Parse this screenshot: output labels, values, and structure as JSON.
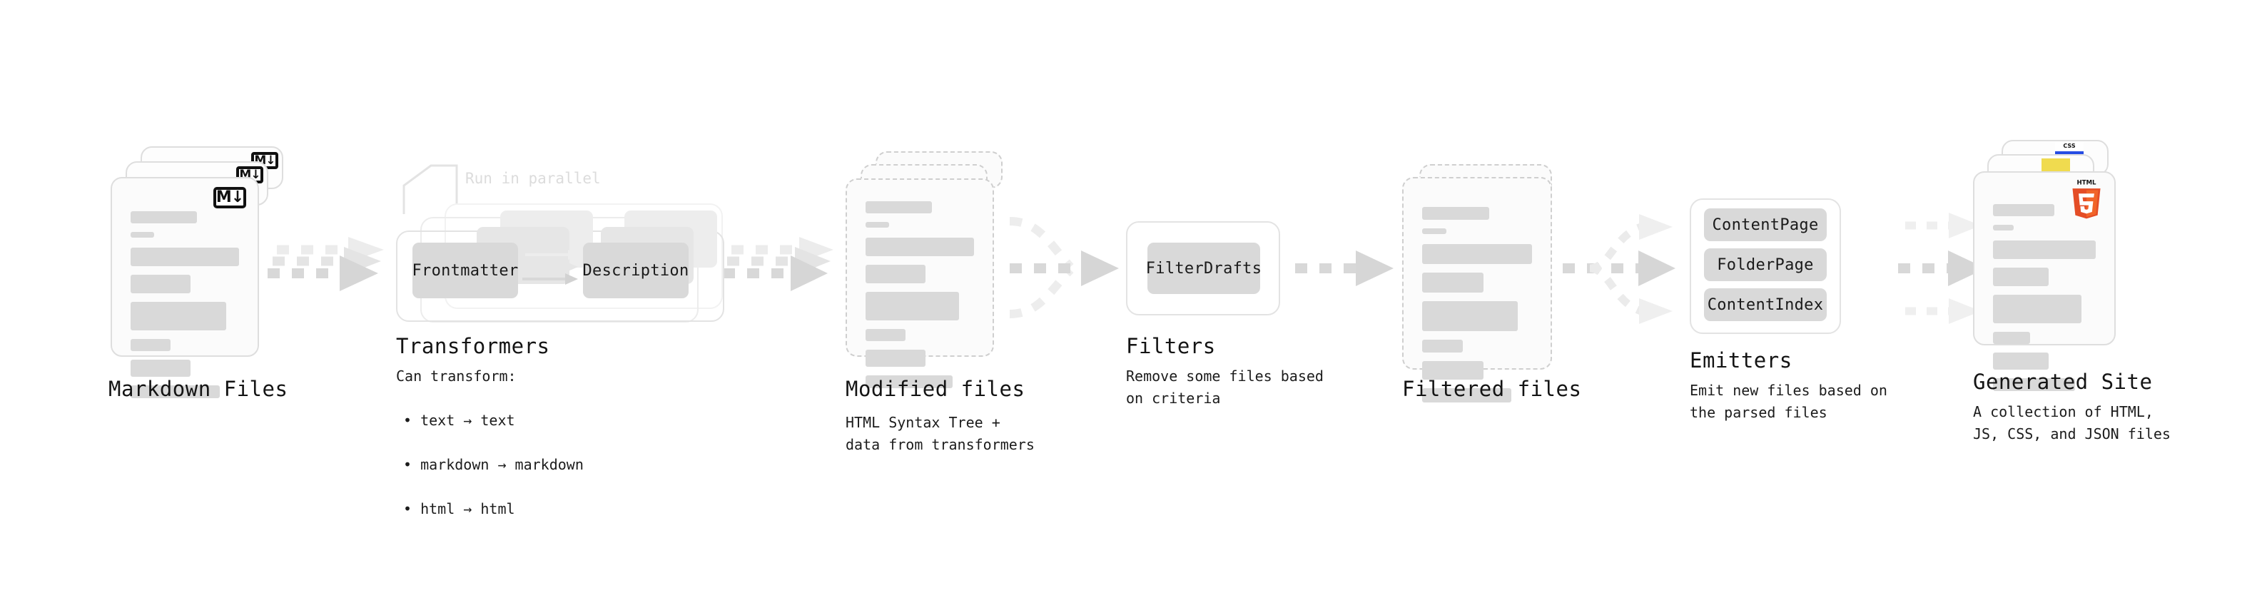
{
  "diagram": {
    "type": "pipeline-flow",
    "background": "#ffffff",
    "accent_colors": {
      "bar": "#d9d9d9",
      "chip": "#d9d9d9",
      "card_border": "#dedede",
      "dashed_border": "#cfcfcf",
      "arrow": "#d6d6d6",
      "html5": "#e44d26",
      "css3": "#264de4",
      "js": "#f0db4f",
      "muted_text": "#dcdcdc"
    }
  },
  "stages": [
    {
      "id": "markdown-files",
      "title": "Markdown Files",
      "subtitle": "",
      "badge": "markdown-badge",
      "badge_text": "M↓",
      "card_style": "solid",
      "stack_count": 3
    },
    {
      "id": "transformers",
      "title": "Transformers",
      "subtitle": "Can transform:",
      "bullets": [
        "• text → text",
        "• markdown → markdown",
        "• html → html"
      ],
      "annotation": "Run in parallel",
      "chips": [
        "Frontmatter",
        "Description"
      ],
      "card_style": "group",
      "stack_count": 3
    },
    {
      "id": "modified-files",
      "title": "Modified files",
      "subtitle": "HTML Syntax Tree +\ndata from transformers",
      "card_style": "dashed",
      "stack_count": 3
    },
    {
      "id": "filters",
      "title": "Filters",
      "subtitle": "Remove some files based\non criteria",
      "chips": [
        "FilterDrafts"
      ],
      "card_style": "group",
      "stack_count": 1
    },
    {
      "id": "filtered-files",
      "title": "Filtered files",
      "subtitle": "",
      "card_style": "dashed",
      "stack_count": 2
    },
    {
      "id": "emitters",
      "title": "Emitters",
      "subtitle": "Emit new files based on\nthe parsed files",
      "chips": [
        "ContentPage",
        "FolderPage",
        "ContentIndex"
      ],
      "card_style": "group",
      "stack_count": 1
    },
    {
      "id": "generated-site",
      "title": "Generated Site",
      "subtitle": "A collection of HTML,\nJS, CSS, and JSON files",
      "badges": [
        "html5-badge",
        "js-badge",
        "css3-badge"
      ],
      "badge_text": "HTML",
      "badge_number": "5",
      "badge_css_text": "CSS",
      "card_style": "solid",
      "stack_count": 3
    }
  ],
  "connectors": [
    {
      "id": "c1",
      "from": "markdown-files",
      "to": "transformers",
      "style": "dashed-arrow-stack",
      "count": 3
    },
    {
      "id": "c2",
      "from": "transformers",
      "to": "modified-files",
      "style": "dashed-arrow-stack",
      "count": 3
    },
    {
      "id": "c3",
      "from": "modified-files",
      "to": "filters",
      "style": "dashed-arrow-merge",
      "count": 3
    },
    {
      "id": "c4",
      "from": "filters",
      "to": "filtered-files",
      "style": "dashed-arrow",
      "count": 1
    },
    {
      "id": "c5",
      "from": "filtered-files",
      "to": "emitters",
      "style": "dashed-arrow-split",
      "count": 3
    },
    {
      "id": "c6",
      "from": "emitters",
      "to": "generated-site",
      "style": "dashed-arrow-triple",
      "count": 3
    }
  ]
}
